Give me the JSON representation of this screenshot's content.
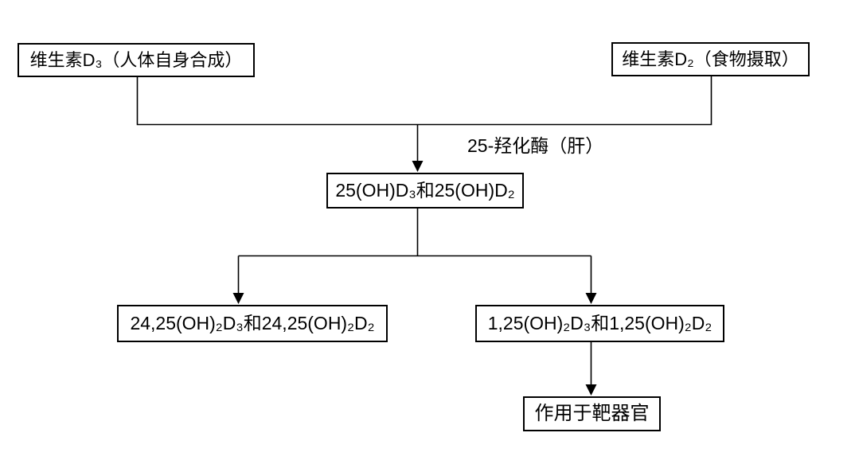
{
  "diagram": {
    "background_color": "#ffffff",
    "line_color": "#000000",
    "text_color": "#000000",
    "nodes": {
      "vitamin_d3": {
        "label": "维生素D₃（人体自身合成）"
      },
      "vitamin_d2": {
        "label": "维生素D₂（食物摄取）"
      },
      "oh25": {
        "label": "25(OH)D₃和25(OH)D₂"
      },
      "oh2425": {
        "label": "24,25(OH)₂D₃和24,25(OH)₂D₂"
      },
      "oh125": {
        "label": "1,25(OH)₂D₃和1,25(OH)₂D₂"
      },
      "target": {
        "label": "作用于靶器官"
      }
    },
    "edge_labels": {
      "hydroxylase": "25-羟化酶（肝）"
    },
    "edges": [
      {
        "from": "vitamin_d3",
        "to": "oh25",
        "label": "25-羟化酶（肝）"
      },
      {
        "from": "vitamin_d2",
        "to": "oh25",
        "label": "25-羟化酶（肝）"
      },
      {
        "from": "oh25",
        "to": "oh2425"
      },
      {
        "from": "oh25",
        "to": "oh125"
      },
      {
        "from": "oh125",
        "to": "target"
      }
    ]
  }
}
